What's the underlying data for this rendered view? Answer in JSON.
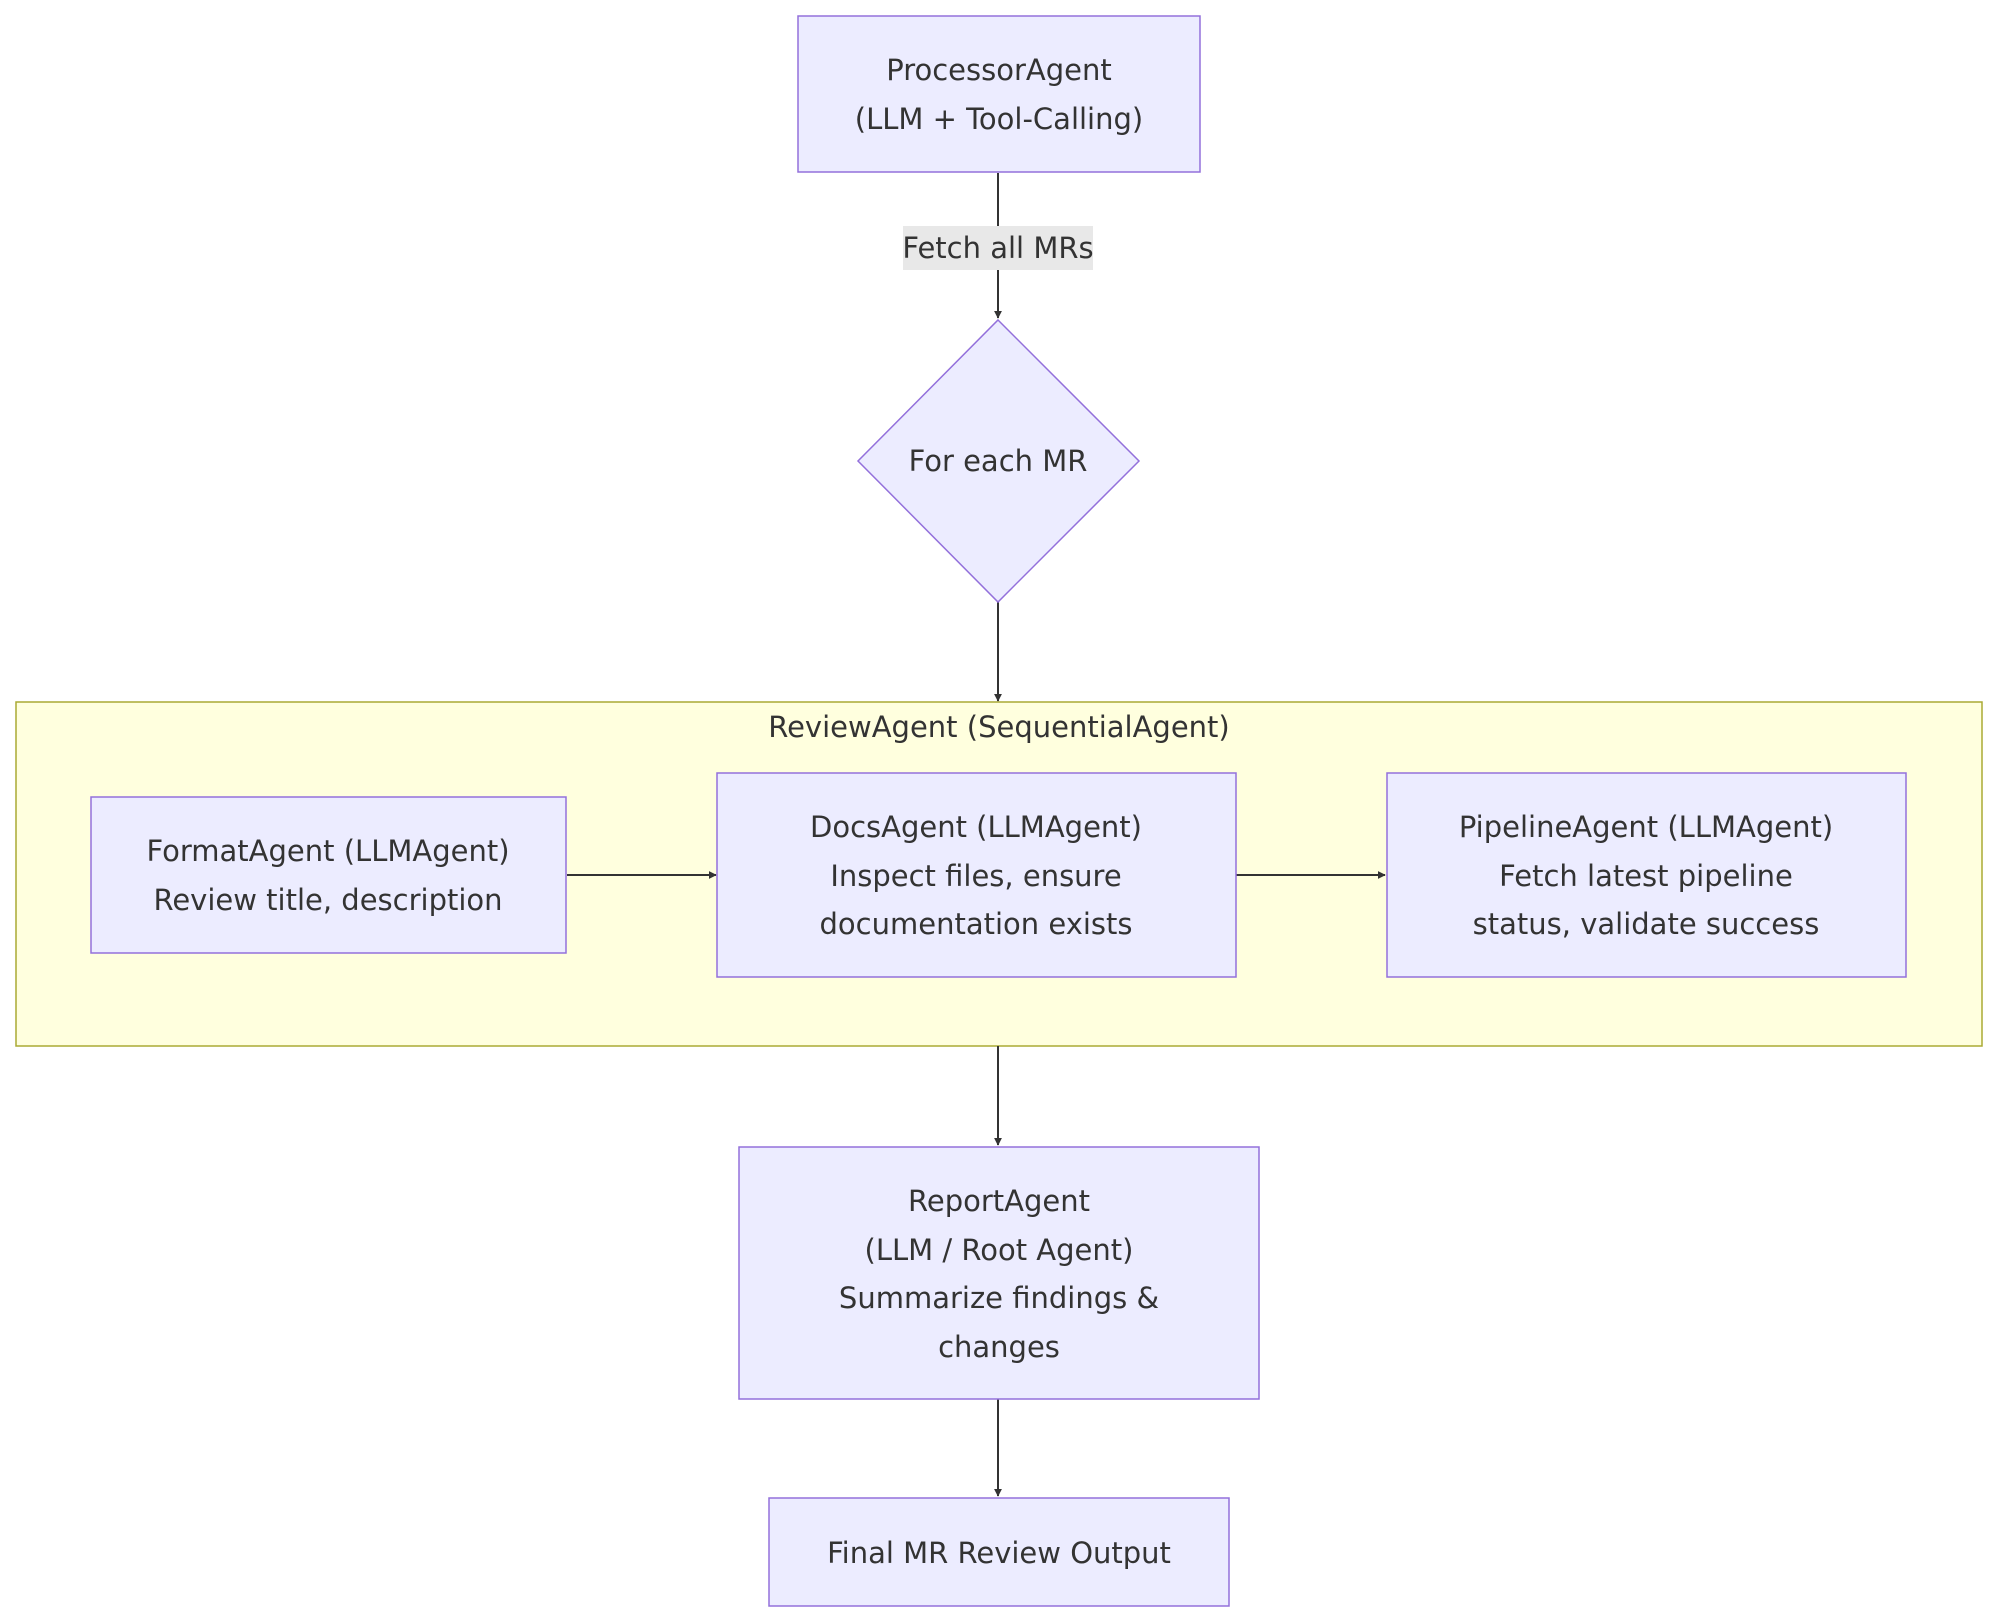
{
  "colors": {
    "node_fill": "#ECECFF",
    "node_stroke": "#9370DB",
    "cluster_fill": "#FFFFDE",
    "cluster_stroke": "#AAAA33",
    "edge": "#333333",
    "edge_label_bg": "#E8E8E8",
    "text": "#333333"
  },
  "nodes": {
    "processor": {
      "lines": [
        "ProcessorAgent",
        "(LLM + Tool-Calling)"
      ]
    },
    "foreach": {
      "lines": [
        "For each MR"
      ]
    },
    "format": {
      "lines": [
        "FormatAgent (LLMAgent)",
        "Review title, description"
      ]
    },
    "docs": {
      "lines": [
        "DocsAgent (LLMAgent)",
        "Inspect files, ensure",
        "documentation exists"
      ]
    },
    "pipeline": {
      "lines": [
        "PipelineAgent (LLMAgent)",
        "Fetch latest pipeline",
        "status, validate success"
      ]
    },
    "report": {
      "lines": [
        "ReportAgent",
        "(LLM / Root Agent)",
        "Summarize findings &",
        "changes"
      ]
    },
    "final": {
      "lines": [
        "Final MR Review Output"
      ]
    }
  },
  "cluster": {
    "title": "ReviewAgent (SequentialAgent)"
  },
  "edges": {
    "processor_foreach": {
      "label": "Fetch all MRs"
    }
  }
}
